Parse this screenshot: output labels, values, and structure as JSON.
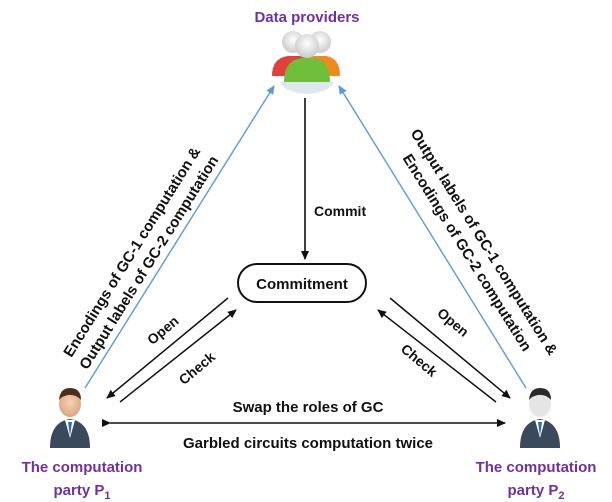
{
  "nodes": {
    "data_providers": "Data providers",
    "commitment": "Commitment",
    "party1": {
      "line1": "The computation",
      "line2": "party P",
      "subscript": "1"
    },
    "party2": {
      "line1": "The computation",
      "line2": "party P",
      "subscript": "2"
    }
  },
  "edges": {
    "commit": "Commit",
    "open_left": "Open",
    "check_left": "Check",
    "open_right": "Open",
    "check_right": "Check",
    "swap": "Swap the roles of GC",
    "garbled": "Garbled circuits computation twice",
    "left_edge": {
      "line1": "Encodings of GC-1 computation &",
      "line2": "Output labels of GC-2 computation"
    },
    "right_edge": {
      "line1": "Output labels of GC-1 computation &",
      "line2": "Encodings of GC-2 computation"
    }
  },
  "colors": {
    "party_label": "#7030A0",
    "edge_blue": "#5B9BD5",
    "arrow_black": "#111111",
    "person_red": "#E2403A",
    "person_green": "#6FBF3B",
    "person_orange": "#F08A1C",
    "suit_dark": "#3A4A5C"
  },
  "icons": {
    "data_providers": "people-group-icon",
    "party1": "businessman-icon",
    "party2": "businessman-icon"
  }
}
